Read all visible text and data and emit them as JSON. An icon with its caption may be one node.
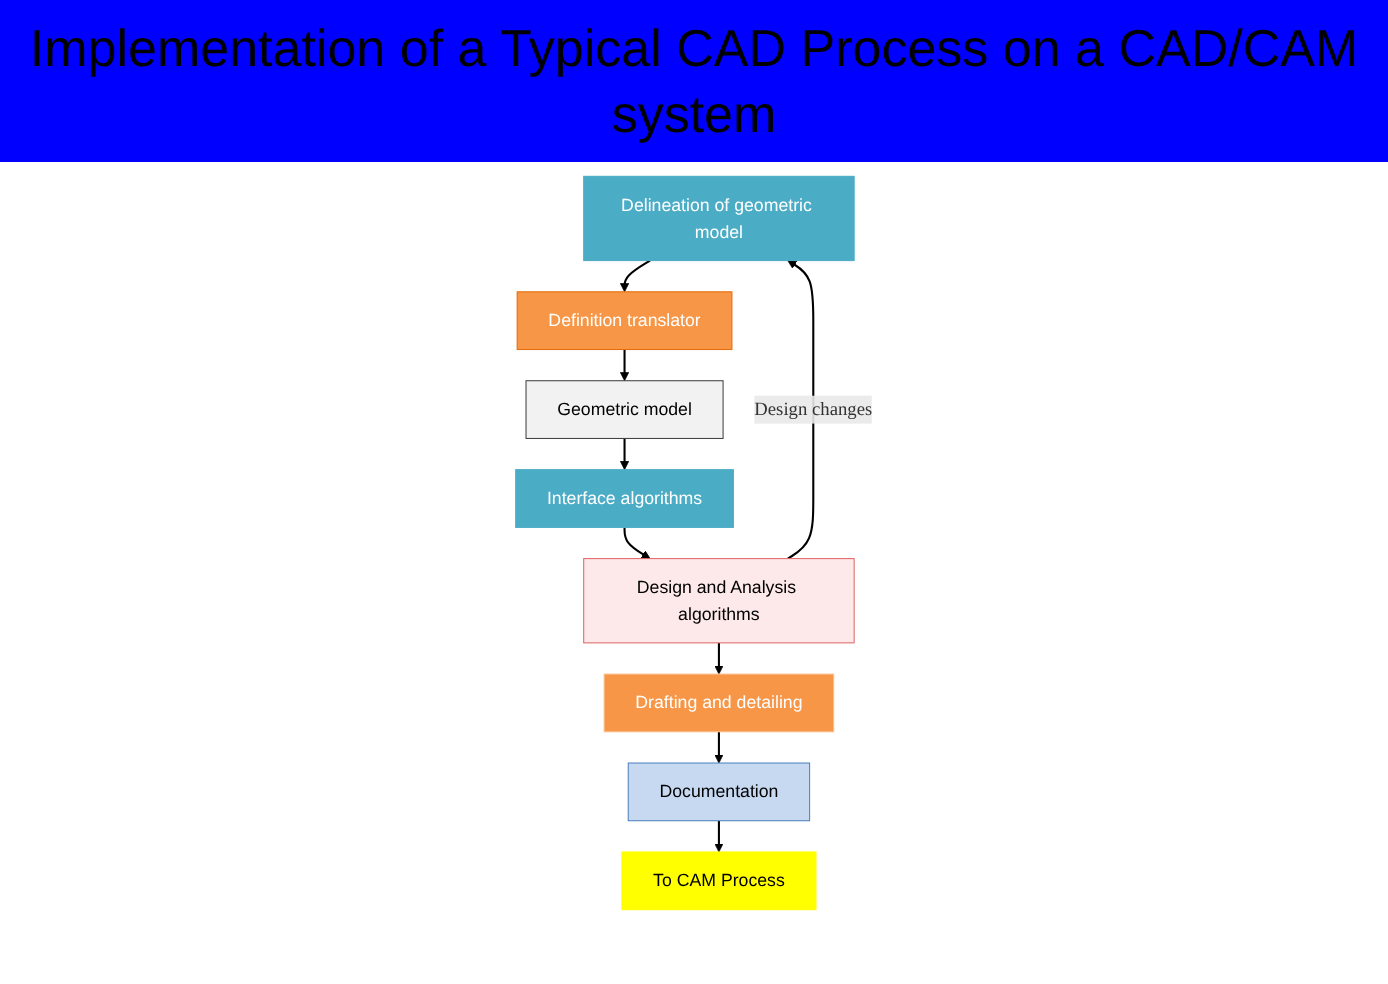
{
  "diagram": {
    "title": "Implementation of a Typical CAD Process on a CAD/CAM system",
    "nodes": [
      {
        "text": [
          "Delineation of geometric model"
        ]
      },
      {
        "text": [
          "Definition translator"
        ]
      },
      {
        "text": [
          "Geometric model"
        ]
      },
      {
        "text": [
          "Interface algorithms"
        ]
      },
      {
        "text": [
          "Design and Analysis algorithms"
        ]
      },
      {
        "text": [
          "Drafting and detailing"
        ]
      },
      {
        "text": [
          "Documentation"
        ]
      },
      {
        "text": [
          "To CAM Process"
        ]
      }
    ],
    "edges": [
      {
        "from": 0,
        "to": 1,
        "arrow": "to"
      },
      {
        "from": 1,
        "to": 2,
        "arrow": "to"
      },
      {
        "from": 2,
        "to": 3,
        "arrow": "to"
      },
      {
        "from": 3,
        "to": 4,
        "arrow": "to"
      },
      {
        "from": 4,
        "to": 0,
        "arrow": "to",
        "label": "Design changes"
      },
      {
        "from": 4,
        "to": 5,
        "arrow": "to"
      },
      {
        "from": 5,
        "to": 6,
        "arrow": "to"
      },
      {
        "from": 6,
        "to": 7,
        "arrow": "to"
      }
    ]
  }
}
